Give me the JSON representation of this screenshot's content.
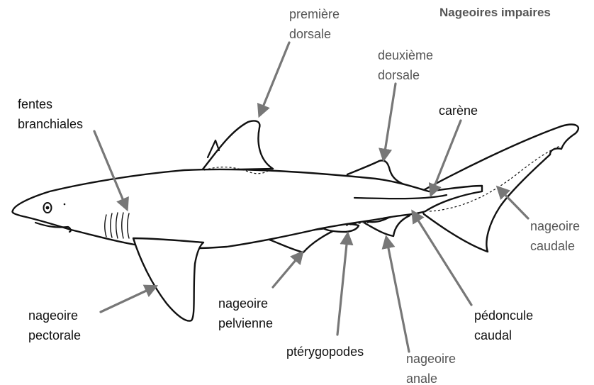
{
  "heading": "Nageoires impaires",
  "colors": {
    "black_label": "#111111",
    "grey_label": "#555555",
    "arrow": "#777777",
    "outline": "#111111"
  },
  "labels": {
    "premiere_dorsale": [
      "première",
      "dorsale"
    ],
    "deuxieme_dorsale": [
      "deuxième",
      "dorsale"
    ],
    "carene": [
      "carène"
    ],
    "fentes_branchiales": [
      "fentes",
      "branchiales"
    ],
    "nageoire_caudale": [
      "nageoire",
      "caudale"
    ],
    "nageoire_pectorale": [
      "nageoire",
      "pectorale"
    ],
    "nageoire_pelvienne": [
      "nageoire",
      "pelvienne"
    ],
    "pterygopodes": [
      "ptérygopodes"
    ],
    "nageoire_anale": [
      "nageoire",
      "anale"
    ],
    "pedoncule_caudal": [
      "pédoncule",
      "caudal"
    ]
  }
}
